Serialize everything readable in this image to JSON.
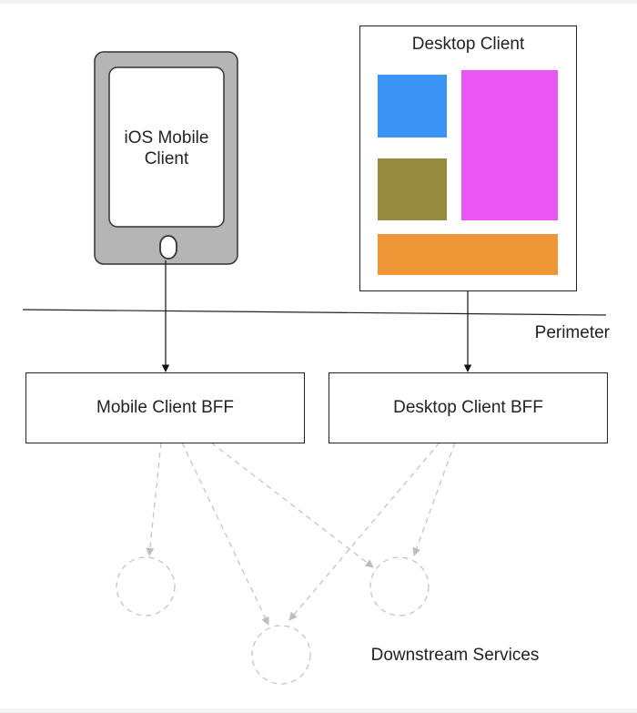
{
  "diagram": {
    "mobile_client": {
      "label_line1": "iOS Mobile",
      "label_line2": "Client"
    },
    "desktop_client": {
      "label": "Desktop Client",
      "panels": [
        {
          "name": "blue-panel",
          "color": "#3a93f5"
        },
        {
          "name": "magenta-panel",
          "color": "#eb56f3"
        },
        {
          "name": "olive-panel",
          "color": "#958a3e"
        },
        {
          "name": "orange-panel",
          "color": "#ef9736"
        }
      ]
    },
    "perimeter": {
      "label": "Perimeter"
    },
    "bffs": [
      {
        "label": "Mobile Client BFF"
      },
      {
        "label": "Desktop Client BFF"
      }
    ],
    "downstream": {
      "label": "Downstream Services",
      "service_count": 3
    },
    "colors": {
      "device_body": "#b5b5b5",
      "stroke": "#222222",
      "dashed": "#c4c4c4"
    }
  }
}
